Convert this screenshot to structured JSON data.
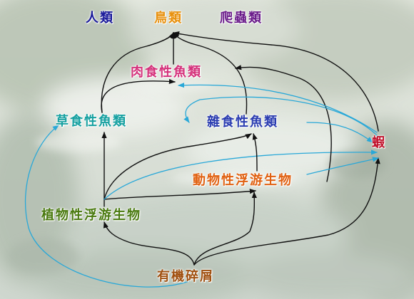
{
  "diagram": {
    "nodes": [
      {
        "id": "human",
        "label": "人類",
        "color": "#1a1a9a"
      },
      {
        "id": "bird",
        "label": "鳥類",
        "color": "#e8900c"
      },
      {
        "id": "reptile",
        "label": "爬蟲類",
        "color": "#6a1b8a"
      },
      {
        "id": "carnivore",
        "label": "肉食性魚類",
        "color": "#d4307a"
      },
      {
        "id": "herbivore",
        "label": "草食性魚類",
        "color": "#15a0a0"
      },
      {
        "id": "omnivore",
        "label": "雜食性魚類",
        "color": "#2a3cb0"
      },
      {
        "id": "shrimp",
        "label": "蝦",
        "color": "#c0102a"
      },
      {
        "id": "zooplankton",
        "label": "動物性浮游生物",
        "color": "#e06010"
      },
      {
        "id": "phytoplankton",
        "label": "植物性浮游生物",
        "color": "#4a7a10"
      },
      {
        "id": "detritus",
        "label": "有機碎屑",
        "color": "#a05010"
      }
    ],
    "edges": [
      {
        "from": "detritus",
        "to": "phytoplankton",
        "color": "#111111"
      },
      {
        "from": "detritus",
        "to": "zooplankton",
        "color": "#111111"
      },
      {
        "from": "detritus",
        "to": "shrimp",
        "color": "#111111"
      },
      {
        "from": "detritus",
        "to": "herbivore",
        "color": "#29a8d8"
      },
      {
        "from": "phytoplankton",
        "to": "herbivore",
        "color": "#111111"
      },
      {
        "from": "phytoplankton",
        "to": "zooplankton",
        "color": "#111111"
      },
      {
        "from": "phytoplankton",
        "to": "omnivore",
        "color": "#111111"
      },
      {
        "from": "phytoplankton",
        "to": "shrimp",
        "color": "#29a8d8"
      },
      {
        "from": "zooplankton",
        "to": "carnivore",
        "color": "#111111"
      },
      {
        "from": "zooplankton",
        "to": "omnivore",
        "color": "#111111"
      },
      {
        "from": "zooplankton",
        "to": "shrimp",
        "color": "#29a8d8"
      },
      {
        "from": "herbivore",
        "to": "carnivore",
        "color": "#111111"
      },
      {
        "from": "herbivore",
        "to": "bird",
        "color": "#111111"
      },
      {
        "from": "omnivore",
        "to": "carnivore",
        "color": "#111111"
      },
      {
        "from": "omnivore",
        "to": "shrimp",
        "color": "#29a8d8"
      },
      {
        "from": "carnivore",
        "to": "bird",
        "color": "#111111"
      },
      {
        "from": "shrimp",
        "to": "carnivore",
        "color": "#29a8d8"
      },
      {
        "from": "shrimp",
        "to": "omnivore",
        "color": "#29a8d8"
      },
      {
        "from": "shrimp",
        "to": "bird",
        "color": "#111111"
      }
    ]
  }
}
